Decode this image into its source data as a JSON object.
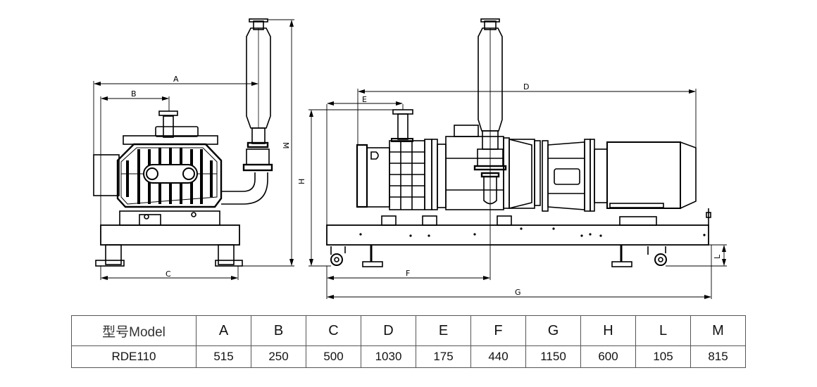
{
  "diagram": {
    "subject": "Dry screw vacuum pump unit RDE110 – outline dimension drawing",
    "views": [
      "end view",
      "side view"
    ],
    "end_view_dimension_labels": [
      "A",
      "B",
      "C",
      "M"
    ],
    "side_view_dimension_labels": [
      "D",
      "E",
      "F",
      "G",
      "H",
      "L"
    ],
    "component_mark": "D"
  },
  "table": {
    "header": {
      "model_label": "型号Model",
      "columns": [
        "A",
        "B",
        "C",
        "D",
        "E",
        "F",
        "G",
        "H",
        "L",
        "M"
      ]
    },
    "rows": [
      {
        "model": "RDE110",
        "values": [
          "515",
          "250",
          "500",
          "1030",
          "175",
          "440",
          "1150",
          "600",
          "105",
          "815"
        ]
      }
    ]
  }
}
